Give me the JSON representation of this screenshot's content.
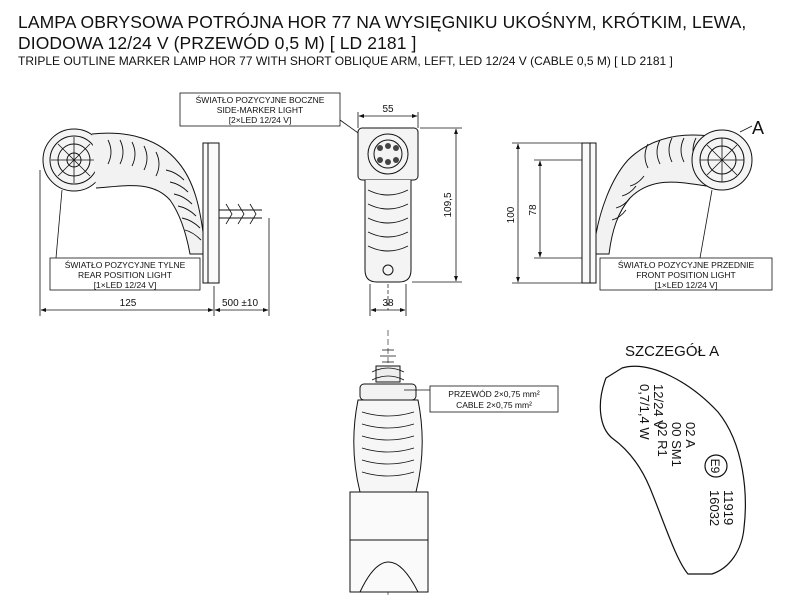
{
  "title": {
    "line1": "LAMPA OBRYSOWA POTRÓJNA HOR 77 NA WYSIĘGNIKU UKOŚNYM, KRÓTKIM, LEWA,",
    "line2": "DIODOWA 12/24 V (PRZEWÓD 0,5 M) [ LD 2181 ]",
    "english": "TRIPLE OUTLINE MARKER LAMP HOR 77 WITH SHORT OBLIQUE ARM, LEFT, LED 12/24 V (CABLE 0,5 M) [ LD 2181 ]"
  },
  "labels": {
    "side_marker": [
      "ŚWIATŁO POZYCYJNE BOCZNE",
      "SIDE-MARKER LIGHT",
      "[2×LED 12/24 V]"
    ],
    "rear_position": [
      "ŚWIATŁO POZYCYJNE TYLNE",
      "REAR POSITION LIGHT",
      "[1×LED 12/24 V]"
    ],
    "front_position": [
      "ŚWIATŁO POZYCYJNE PRZEDNIE",
      "FRONT POSITION LIGHT",
      "[1×LED 12/24 V]"
    ],
    "cable": [
      "PRZEWÓD 2×0,75 mm²",
      "CABLE 2×0,75 mm²"
    ]
  },
  "dimensions": {
    "width_top": "55",
    "height_main": "109,5",
    "base_width": "38",
    "length": "125",
    "cable_length": "500 ±10",
    "height_right": "100",
    "inner_height": "78"
  },
  "detail": {
    "callout": "A",
    "title": "SZCZEGÓŁ A",
    "engraving": {
      "voltage": "12/24 V",
      "power": "0,7/1,4 W",
      "codes": [
        "02 A",
        "00 SM1",
        "02 R1"
      ],
      "approval_mark": "E9",
      "approval_numbers": [
        "11919",
        "16032"
      ]
    }
  }
}
